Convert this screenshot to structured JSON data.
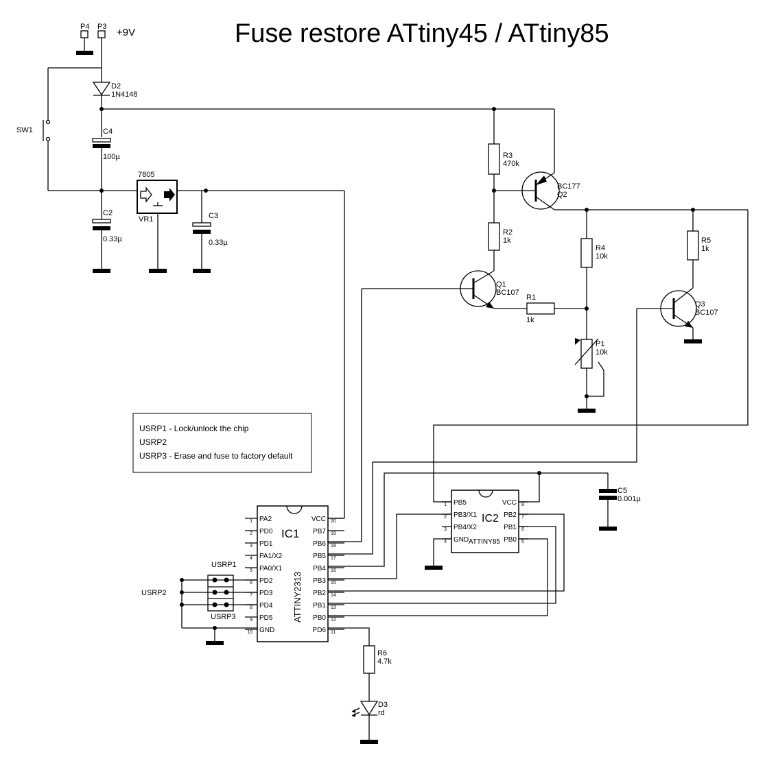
{
  "title": "Fuse restore ATtiny45 / ATtiny85",
  "supply": {
    "p4": "P4",
    "p3": "P3",
    "voltage": "+9V"
  },
  "parts": {
    "d2": {
      "ref": "D2",
      "value": "1N4148"
    },
    "sw1": {
      "ref": "SW1"
    },
    "c4": {
      "ref": "C4",
      "value": "100µ"
    },
    "c2": {
      "ref": "C2",
      "value": "0.33µ"
    },
    "c3": {
      "ref": "C3",
      "value": "0.33µ"
    },
    "vr1": {
      "ref": "VR1",
      "value": "7805"
    },
    "r3": {
      "ref": "R3",
      "value": "470k"
    },
    "r2": {
      "ref": "R2",
      "value": "1k"
    },
    "r1": {
      "ref": "R1",
      "value": "1k"
    },
    "r4": {
      "ref": "R4",
      "value": "10k"
    },
    "r5": {
      "ref": "R5",
      "value": "1k"
    },
    "r6": {
      "ref": "R6",
      "value": "4.7k"
    },
    "p1": {
      "ref": "P1",
      "value": "10k"
    },
    "q1": {
      "ref": "Q1",
      "value": "BC107"
    },
    "q2": {
      "ref": "BC177",
      "value": "Q2"
    },
    "q3": {
      "ref": "Q3",
      "value": "BC107"
    },
    "c5": {
      "ref": "C5",
      "value": "0.001µ"
    },
    "d3": {
      "ref": "D3",
      "value": "rd"
    }
  },
  "notes": [
    "USRP1  - Lock/unlock the chip",
    "USRP2",
    "USRP3  - Erase and fuse to factory default"
  ],
  "jumpers": {
    "j1": "USRP1",
    "j2": "USRP2",
    "j3": "USRP3"
  },
  "ic1": {
    "ref": "IC1",
    "name": "ATTINY2313",
    "left_pins": [
      {
        "num": "1",
        "name": "PA2"
      },
      {
        "num": "2",
        "name": "PD0"
      },
      {
        "num": "3",
        "name": "PD1"
      },
      {
        "num": "4",
        "name": "PA1/X2"
      },
      {
        "num": "5",
        "name": "PA0/X1"
      },
      {
        "num": "6",
        "name": "PD2"
      },
      {
        "num": "7",
        "name": "PD3"
      },
      {
        "num": "8",
        "name": "PD4"
      },
      {
        "num": "9",
        "name": "PD5"
      },
      {
        "num": "10",
        "name": "GND"
      }
    ],
    "right_pins": [
      {
        "num": "20",
        "name": "VCC"
      },
      {
        "num": "19",
        "name": "PB7"
      },
      {
        "num": "18",
        "name": "PB6"
      },
      {
        "num": "17",
        "name": "PB5"
      },
      {
        "num": "16",
        "name": "PB4"
      },
      {
        "num": "15",
        "name": "PB3"
      },
      {
        "num": "14",
        "name": "PB2"
      },
      {
        "num": "13",
        "name": "PB1"
      },
      {
        "num": "12",
        "name": "PB0"
      },
      {
        "num": "11",
        "name": "PD6"
      }
    ]
  },
  "ic2": {
    "ref": "IC2",
    "name": "ATTINY85",
    "left_pins": [
      {
        "num": "1",
        "name": "PB5"
      },
      {
        "num": "2",
        "name": "PB3/X1"
      },
      {
        "num": "3",
        "name": "PB4/X2"
      },
      {
        "num": "4",
        "name": "GND"
      }
    ],
    "right_pins": [
      {
        "num": "8",
        "name": "VCC"
      },
      {
        "num": "7",
        "name": "PB2"
      },
      {
        "num": "6",
        "name": "PB1"
      },
      {
        "num": "5",
        "name": "PB0"
      }
    ]
  }
}
